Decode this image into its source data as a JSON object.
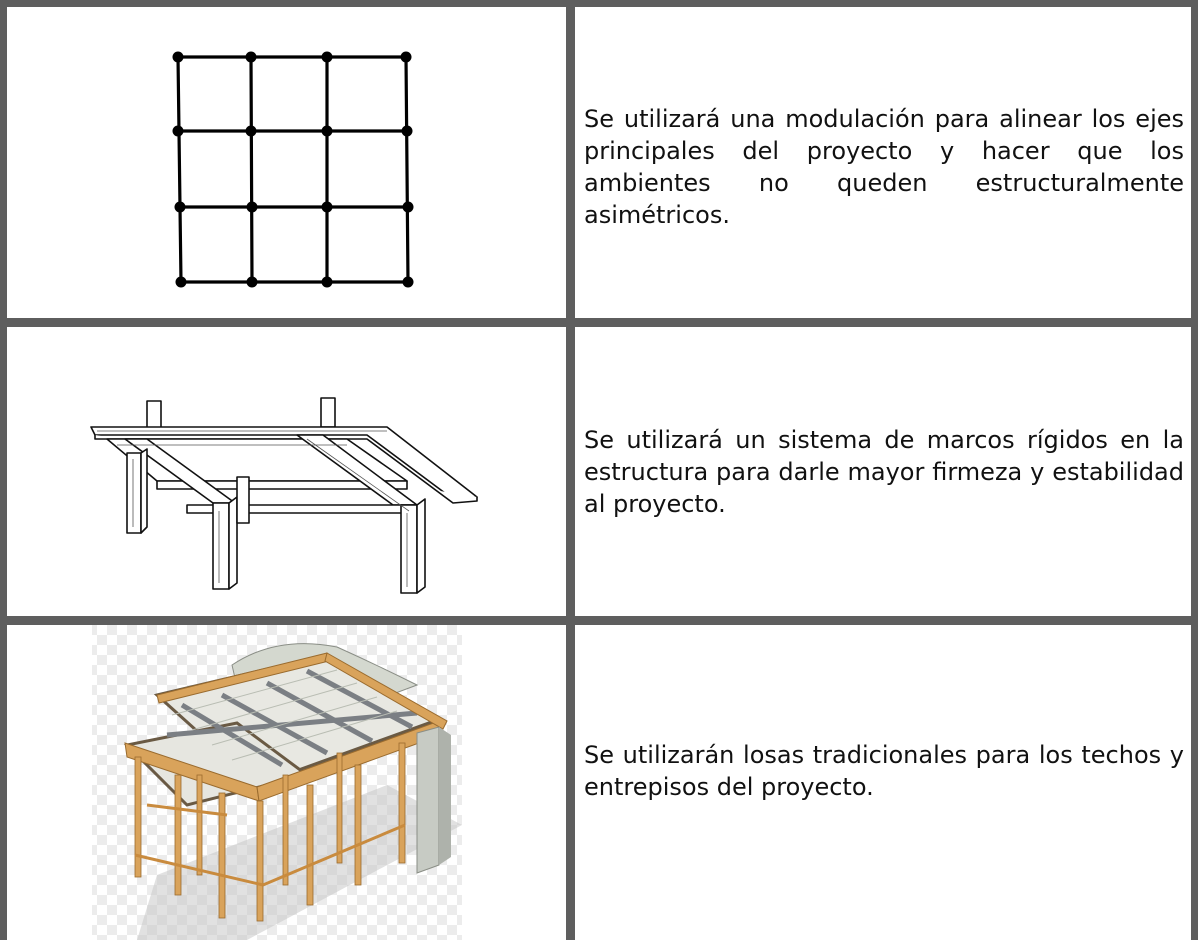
{
  "rows": [
    {
      "figure_icon": "structural-grid-icon",
      "text": "Se utilizará una modulación para alinear los ejes principales del proyecto y hacer que los ambientes no queden estructuralmente asimétricos."
    },
    {
      "figure_icon": "rigid-frame-sketch-icon",
      "text": "Se utilizará un sistema de marcos rígidos en la estructura para darle mayor firmeza y estabilidad al proyecto."
    },
    {
      "figure_icon": "slab-formwork-render-icon",
      "text": "Se utilizarán losas tradicionales para los techos y entrepisos del proyecto."
    }
  ],
  "colors": {
    "border": "#5e5e5e",
    "wood": "#d9a35b",
    "concrete": "#cfd2c9"
  }
}
